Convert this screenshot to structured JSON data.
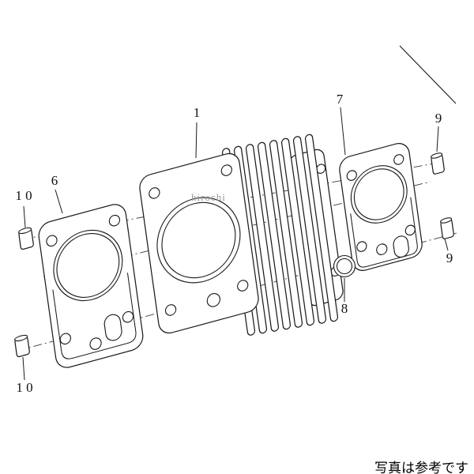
{
  "page": {
    "background": "#ffffff"
  },
  "diagram": {
    "type": "exploded-parts-diagram",
    "watermark": "hirochi",
    "caption": "写真は参考です",
    "labels": {
      "cylinder": "1",
      "gasket_left": "6",
      "gasket_right": "7",
      "oring": "8",
      "pin_right_top": "9",
      "pin_right_bottom": "9",
      "pin_left_top": "1 0",
      "pin_left_bottom": "1 0"
    },
    "colors": {
      "line": "#1a1a1a",
      "watermark": "#999999",
      "caption": "#000000"
    }
  }
}
